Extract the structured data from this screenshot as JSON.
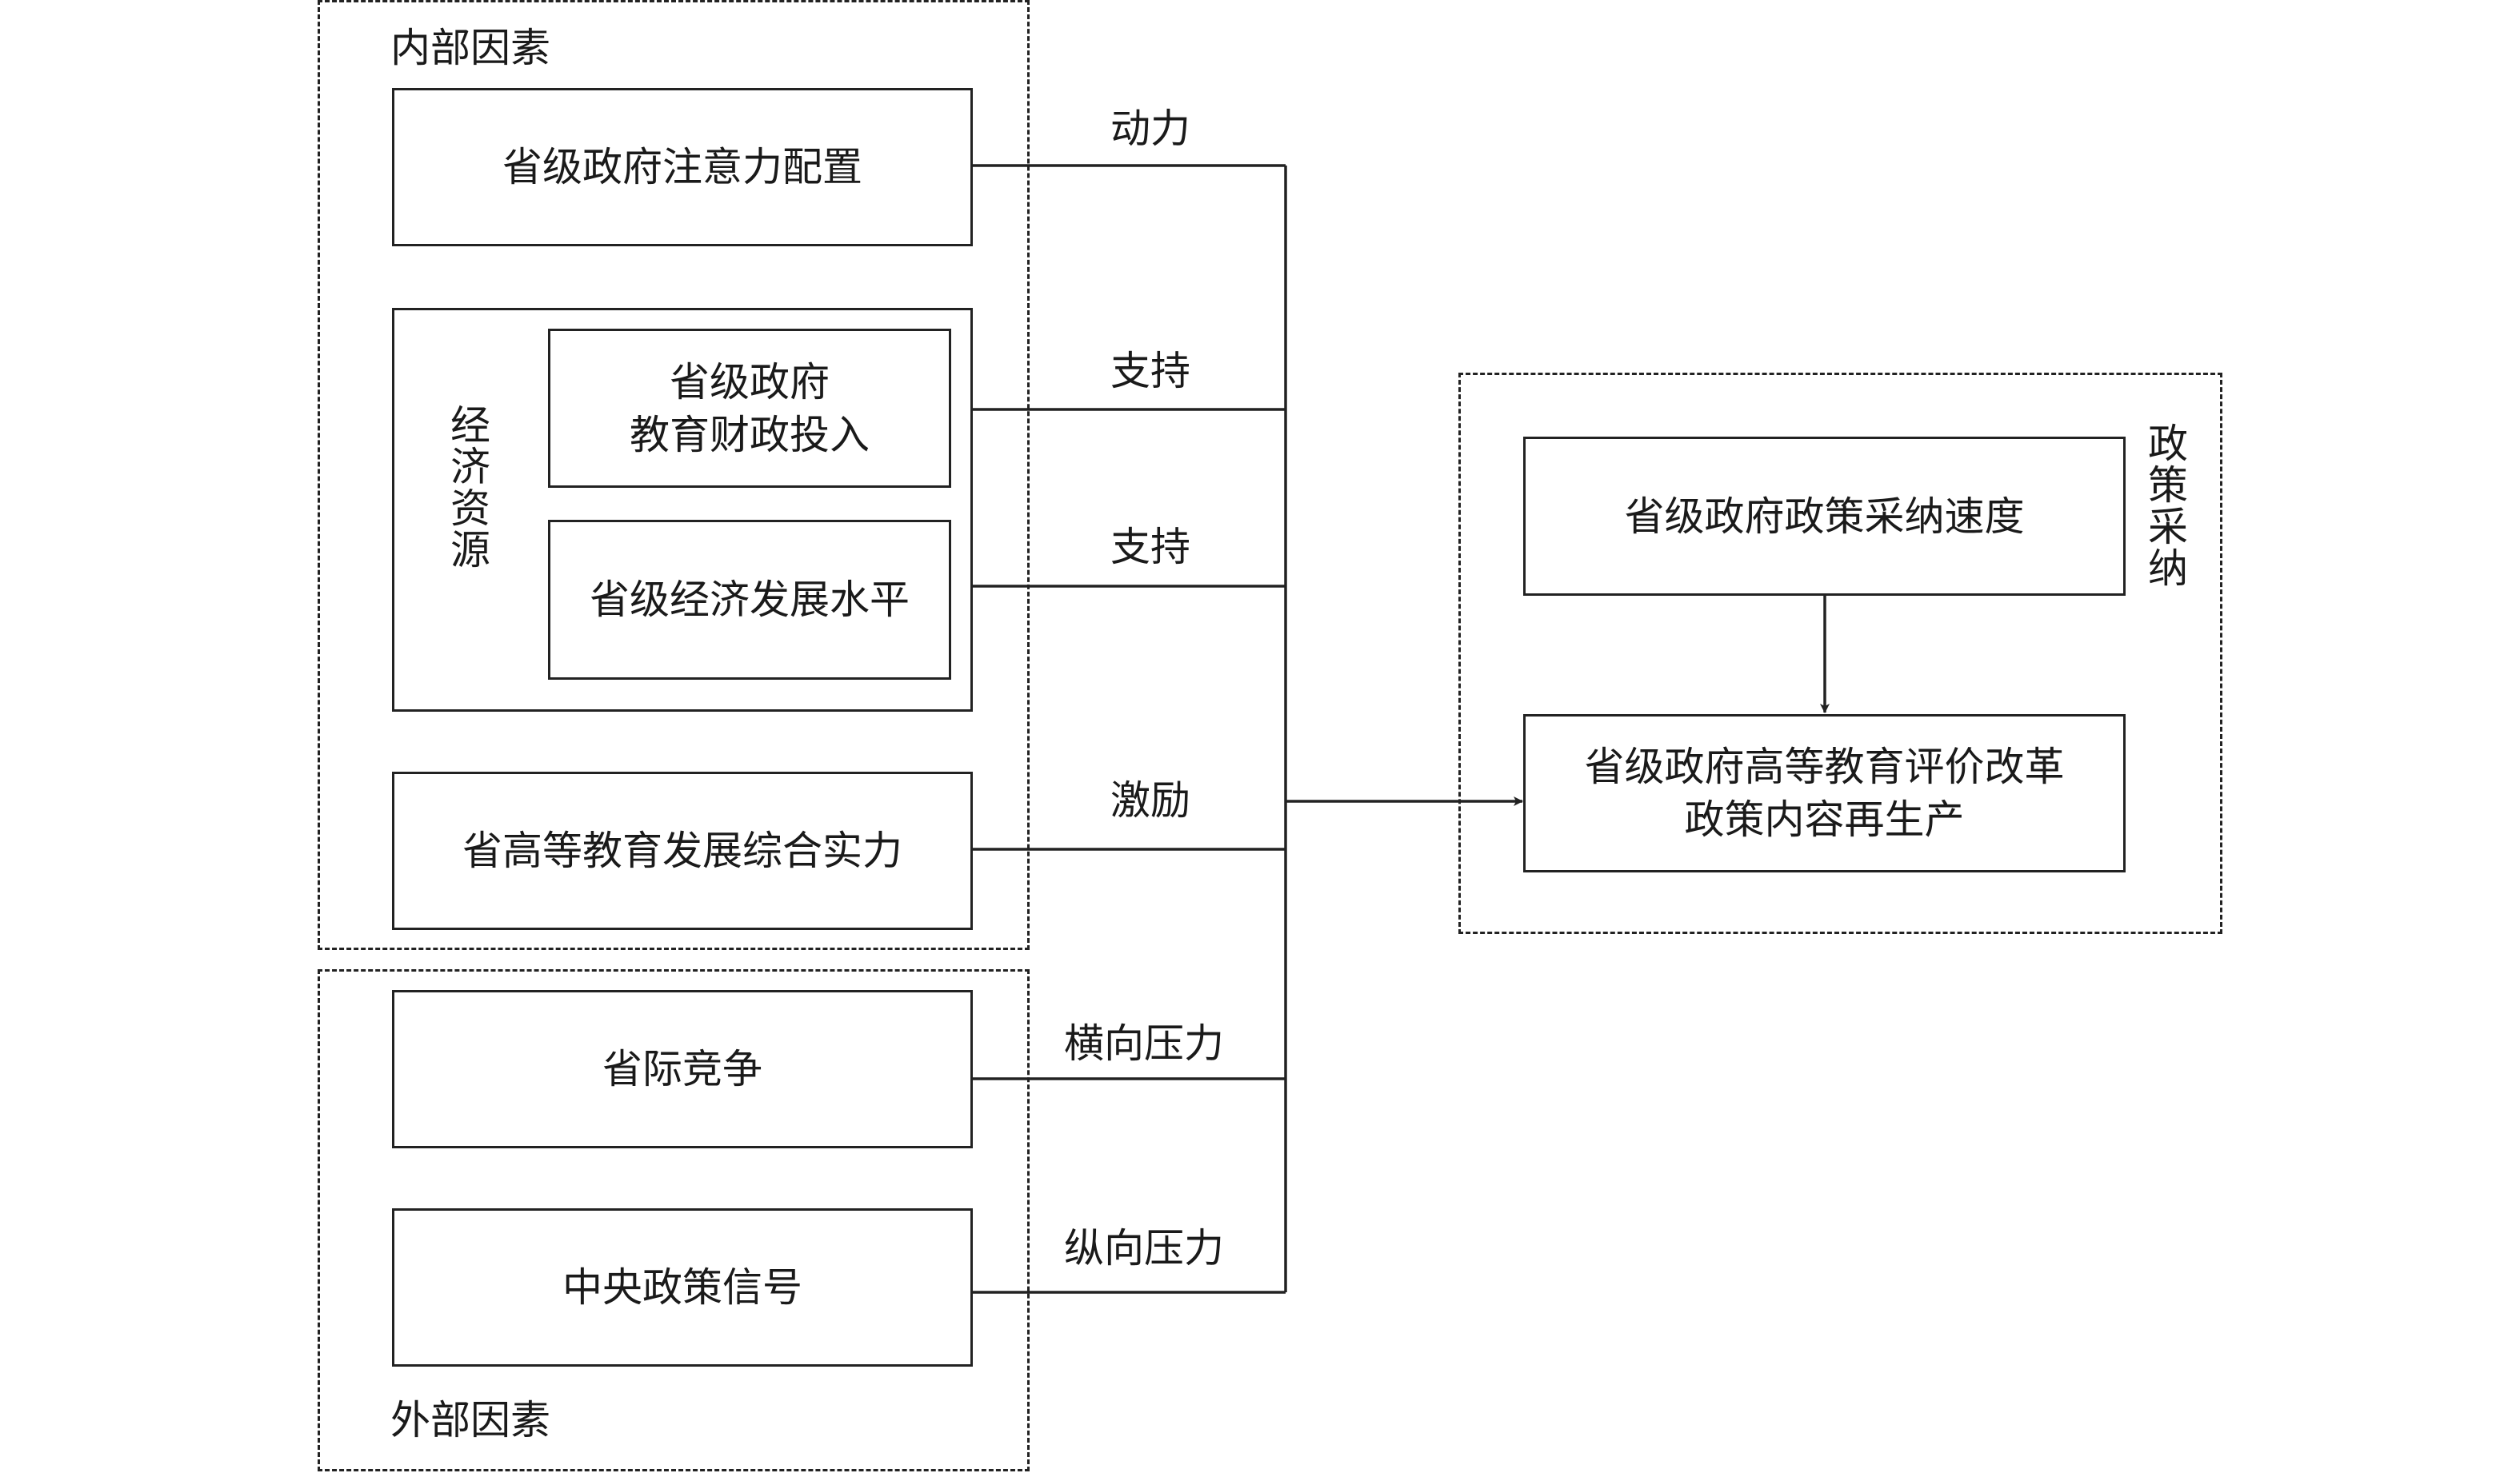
{
  "diagram": {
    "internal_group": {
      "label": "内部因素",
      "boxes": {
        "attention": "省级政府注意力配置",
        "econ_group_label": "经济资源",
        "finance": [
          "省级政府",
          "教育财政投入"
        ],
        "economy": "省级经济发展水平",
        "strength": "省高等教育发展综合实力"
      }
    },
    "external_group": {
      "label": "外部因素",
      "boxes": {
        "competition": "省际竞争",
        "central_signal": "中央政策信号"
      }
    },
    "edge_labels": {
      "attention": "动力",
      "finance": "支持",
      "economy": "支持",
      "strength": "激励",
      "competition": "横向压力",
      "central_signal": "纵向压力"
    },
    "adoption_group": {
      "label": "政策采纳",
      "speed": "省级政府政策采纳速度",
      "reproduction": [
        "省级政府高等教育评价改革",
        "政策内容再生产"
      ]
    }
  }
}
